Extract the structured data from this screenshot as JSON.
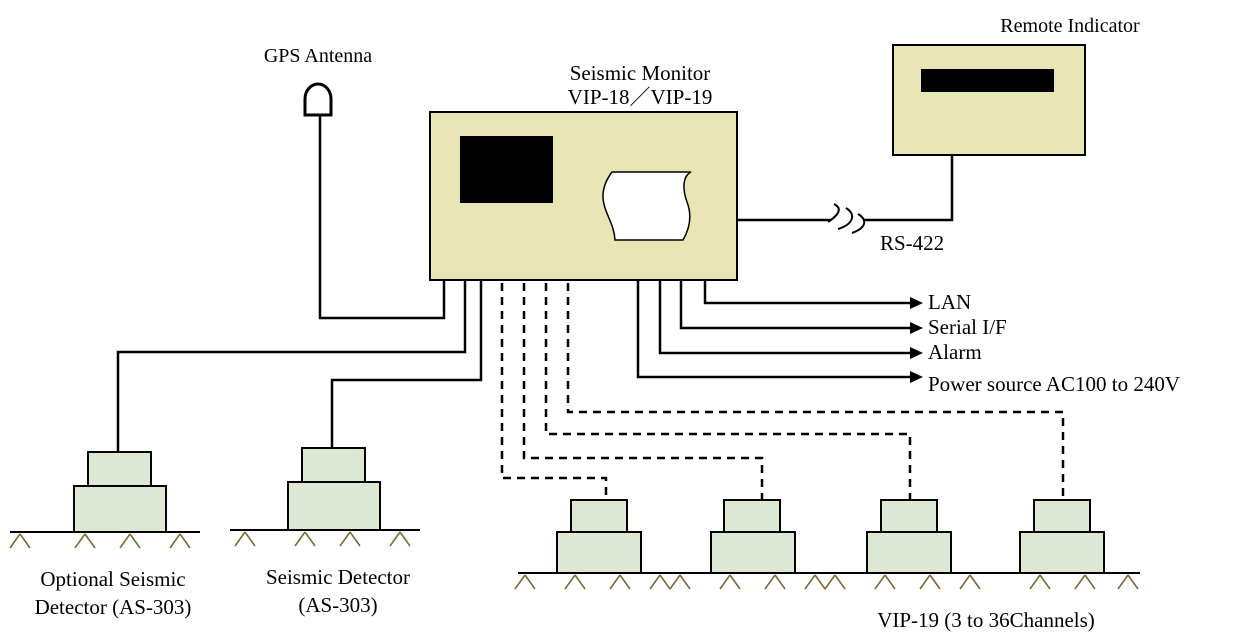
{
  "labels": {
    "gps_antenna": "GPS Antenna",
    "seismic_monitor_title": "Seismic Monitor",
    "seismic_monitor_model": "VIP-18／VIP-19",
    "remote_indicator": "Remote Indicator",
    "rs422": "RS-422",
    "lan": "LAN",
    "serial_if": "Serial I/F",
    "alarm": "Alarm",
    "power_source": "Power source AC100 to 240V",
    "optional_detector_line1": "Optional Seismic",
    "optional_detector_line2": "Detector (AS-303)",
    "seismic_detector_line1": "Seismic Detector",
    "seismic_detector_line2": "(AS-303)",
    "vip19_channels": "VIP-19 (3 to 36Channels)"
  }
}
